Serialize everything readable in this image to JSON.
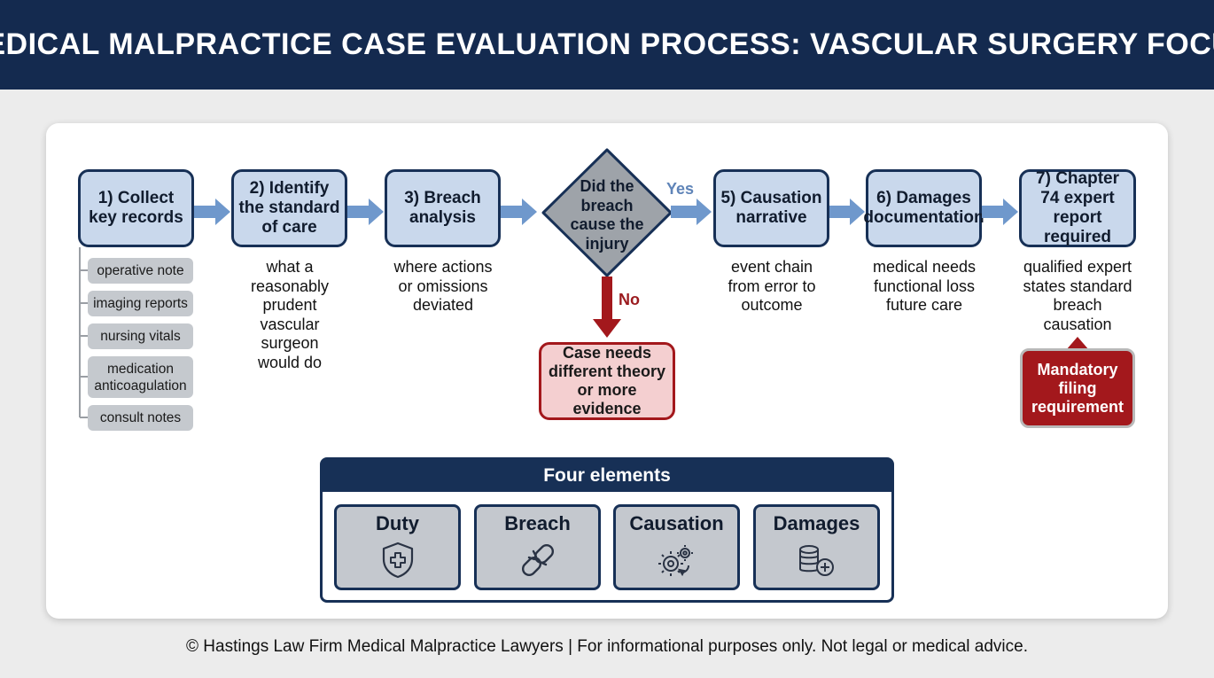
{
  "title": "MEDICAL MALPRACTICE CASE EVALUATION PROCESS: VASCULAR SURGERY FOCUS",
  "steps": [
    {
      "label": "1) Collect key records"
    },
    {
      "label": "2) Identify the standard of care",
      "desc": "what a reasonably prudent vascular surgeon would do"
    },
    {
      "label": "3) Breach analysis",
      "desc": "where actions or omissions deviated"
    },
    {
      "label": "5) Causation narrative",
      "desc": "event chain from error to outcome"
    },
    {
      "label": "6) Damages documentation",
      "desc": "medical needs functional loss future care"
    },
    {
      "label": "7) Chapter 74 expert report required",
      "desc": "qualified expert states standard breach causation"
    }
  ],
  "records": [
    "operative note",
    "imaging reports",
    "nursing vitals",
    "medication anticoagulation",
    "consult notes"
  ],
  "decision": {
    "question": "Did the breach cause the injury",
    "yes_label": "Yes",
    "no_label": "No",
    "no_outcome": "Case needs different theory or more evidence"
  },
  "mandatory_note": "Mandatory filing requirement",
  "elements": {
    "title": "Four elements",
    "items": [
      {
        "label": "Duty",
        "icon": "shield-plus-icon"
      },
      {
        "label": "Breach",
        "icon": "broken-chain-icon"
      },
      {
        "label": "Causation",
        "icon": "gears-icon"
      },
      {
        "label": "Damages",
        "icon": "coins-plus-icon"
      }
    ]
  },
  "footer": "© Hastings Law Firm Medical Malpractice Lawyers | For informational purposes only. Not legal or medical advice.",
  "colors": {
    "navy": "#142a4f",
    "step_fill": "#c9d8ec",
    "arrow_blue": "#6f98cc",
    "alert_red": "#a3181c",
    "gray_fill": "#c4c8ce"
  }
}
